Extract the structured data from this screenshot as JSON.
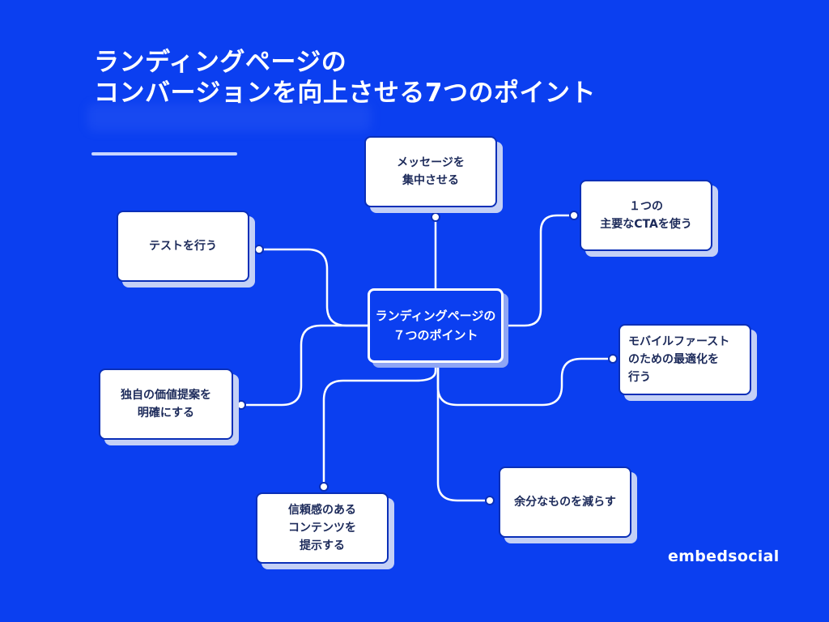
{
  "title": {
    "line1": "ランディングページの",
    "line2": "コンバージョンを向上させる7つのポイント"
  },
  "center": {
    "line1": "ランディングページの",
    "line2": "７つのポイント"
  },
  "nodes": [
    {
      "lines": [
        "メッセージを",
        "集中させる"
      ]
    },
    {
      "lines": [
        "１つの",
        "主要なCTAを使う"
      ]
    },
    {
      "lines": [
        "テストを行う"
      ]
    },
    {
      "lines": [
        "モバイルファースト",
        "のための最適化を",
        "行う"
      ]
    },
    {
      "lines": [
        "独自の価値提案を",
        "明確にする"
      ]
    },
    {
      "lines": [
        "余分なものを減らす"
      ]
    },
    {
      "lines": [
        "信頼感のある",
        "コンテンツを",
        "提示する"
      ]
    }
  ],
  "logo": "embedsocial",
  "colors": {
    "background": "#0b3ff0",
    "node_fill": "#ffffff",
    "node_border": "#0a2fb8",
    "node_shadow": "#c4d0f6",
    "connector": "#ffffff",
    "text_dark": "#1c2a5a"
  }
}
